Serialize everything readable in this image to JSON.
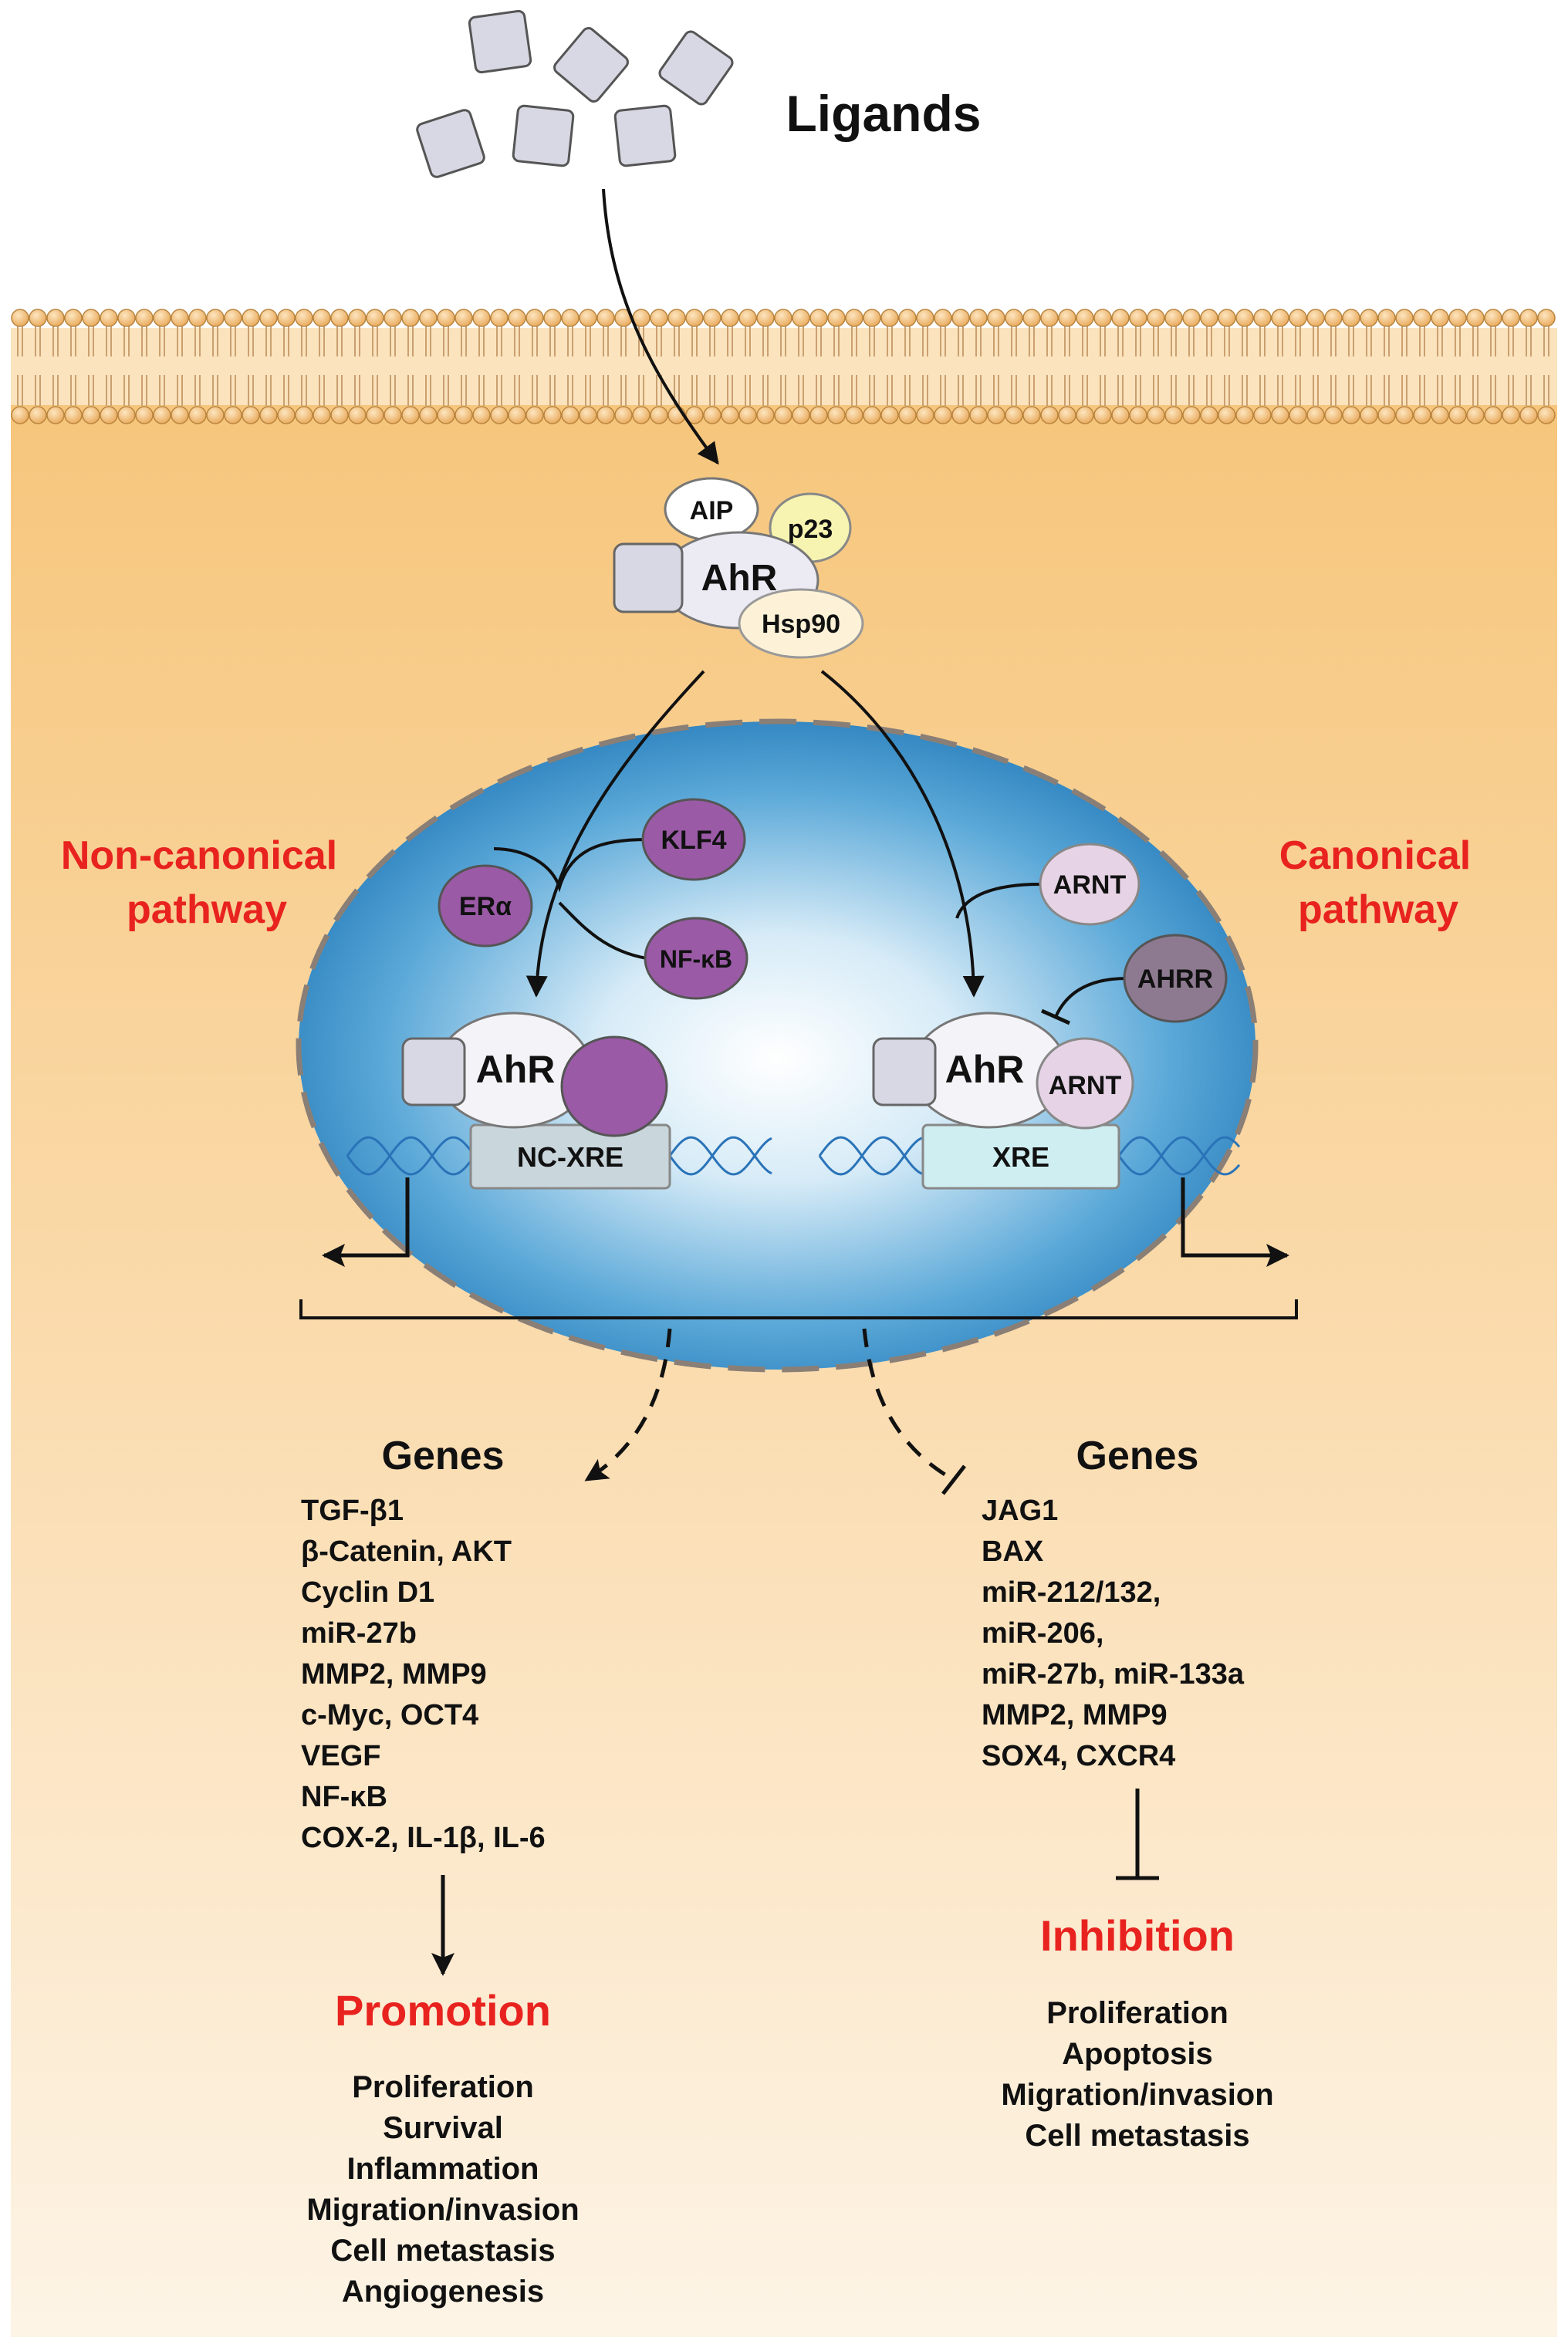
{
  "ligands": {
    "label": "Ligands"
  },
  "complex": {
    "aip": "AIP",
    "p23": "p23",
    "ahr": "AhR",
    "hsp90": "Hsp90"
  },
  "noncanonical": {
    "title_line1": "Non-canonical",
    "title_line2": "pathway",
    "klf4": "KLF4",
    "era": "ERα",
    "nfkb": "NF-κB",
    "ahr": "AhR",
    "element": "NC-XRE"
  },
  "canonical": {
    "title_line1": "Canonical",
    "title_line2": "pathway",
    "arnt": "ARNT",
    "ahrr": "AHRR",
    "ahr": "AhR",
    "arnt_bound": "ARNT",
    "element": "XRE"
  },
  "left_genes": {
    "title": "Genes",
    "items": [
      "TGF-β1",
      "β-Catenin, AKT",
      "Cyclin D1",
      "miR-27b",
      "MMP2, MMP9",
      "c-Myc, OCT4",
      "VEGF",
      "NF-κB",
      "COX-2, IL-1β, IL-6"
    ]
  },
  "right_genes": {
    "title": "Genes",
    "items": [
      "JAG1",
      "BAX",
      "miR-212/132,",
      "miR-206,",
      "miR-27b, miR-133a",
      "MMP2, MMP9",
      "SOX4, CXCR4"
    ]
  },
  "promotion": {
    "title": "Promotion",
    "items": [
      "Proliferation",
      "Survival",
      "Inflammation",
      "Migration/invasion",
      "Cell metastasis",
      "Angiogenesis"
    ]
  },
  "inhibition": {
    "title": "Inhibition",
    "items": [
      "Proliferation",
      "Apoptosis",
      "Migration/invasion",
      "Cell metastasis"
    ]
  },
  "colors": {
    "red_title": "#e8231f",
    "purple": "#9a5aa6",
    "lavender": "#e6d4e6",
    "ahrr": "#8d7a90",
    "ligand": "#d8d8e4",
    "nucleus_dark": "#2d86c0",
    "nucleus_light": "#ffffff",
    "cytoplasm_top": "#f6c57a",
    "cytoplasm_bottom": "#fdf3e3",
    "lipid_head": "#f4c07e"
  }
}
